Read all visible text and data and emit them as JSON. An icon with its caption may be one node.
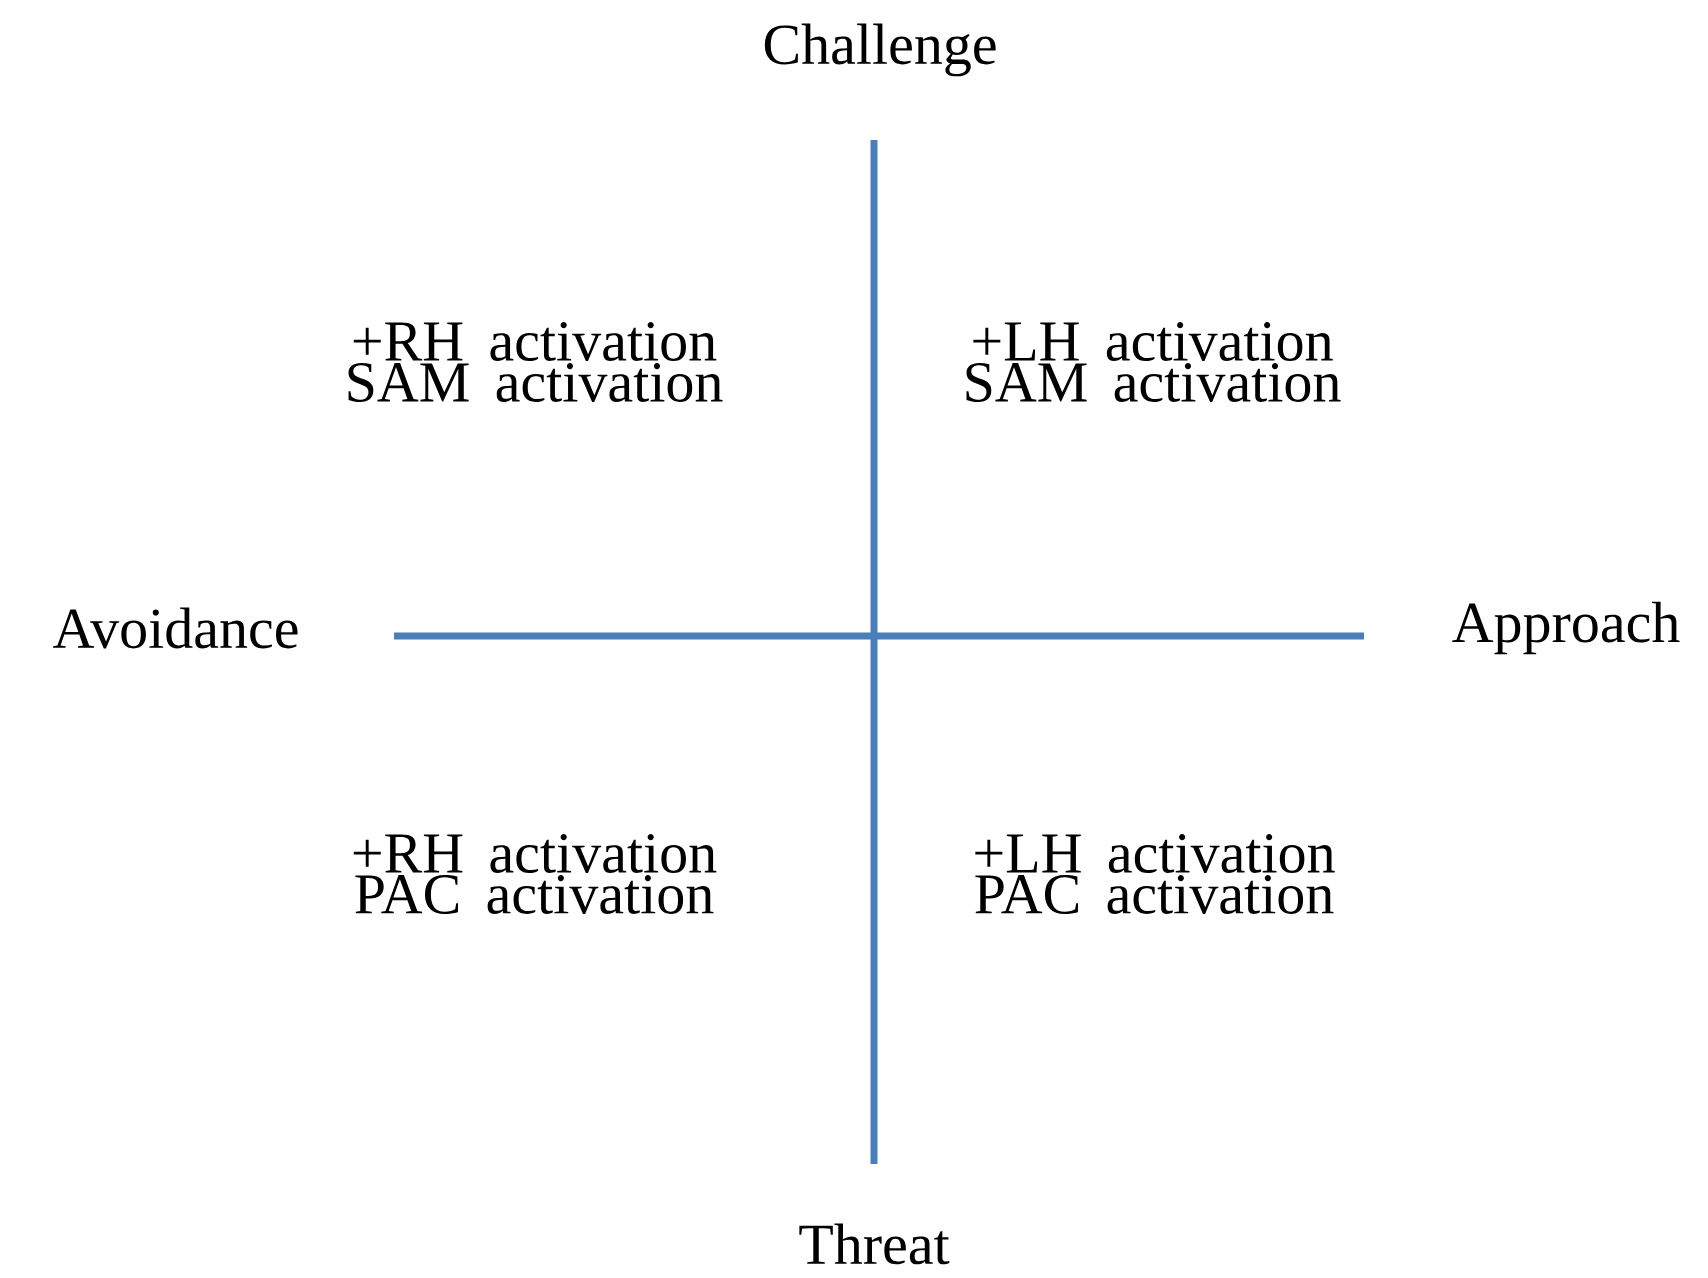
{
  "diagram": {
    "labels": [
      "Challenge",
      "+RH activation SAM activation",
      "+LH activation SAM activation",
      "Avoidance",
      "Approach",
      "+RH activation PAC activation",
      "+LH activation PAC activation",
      "Threat"
    ]
  }
}
